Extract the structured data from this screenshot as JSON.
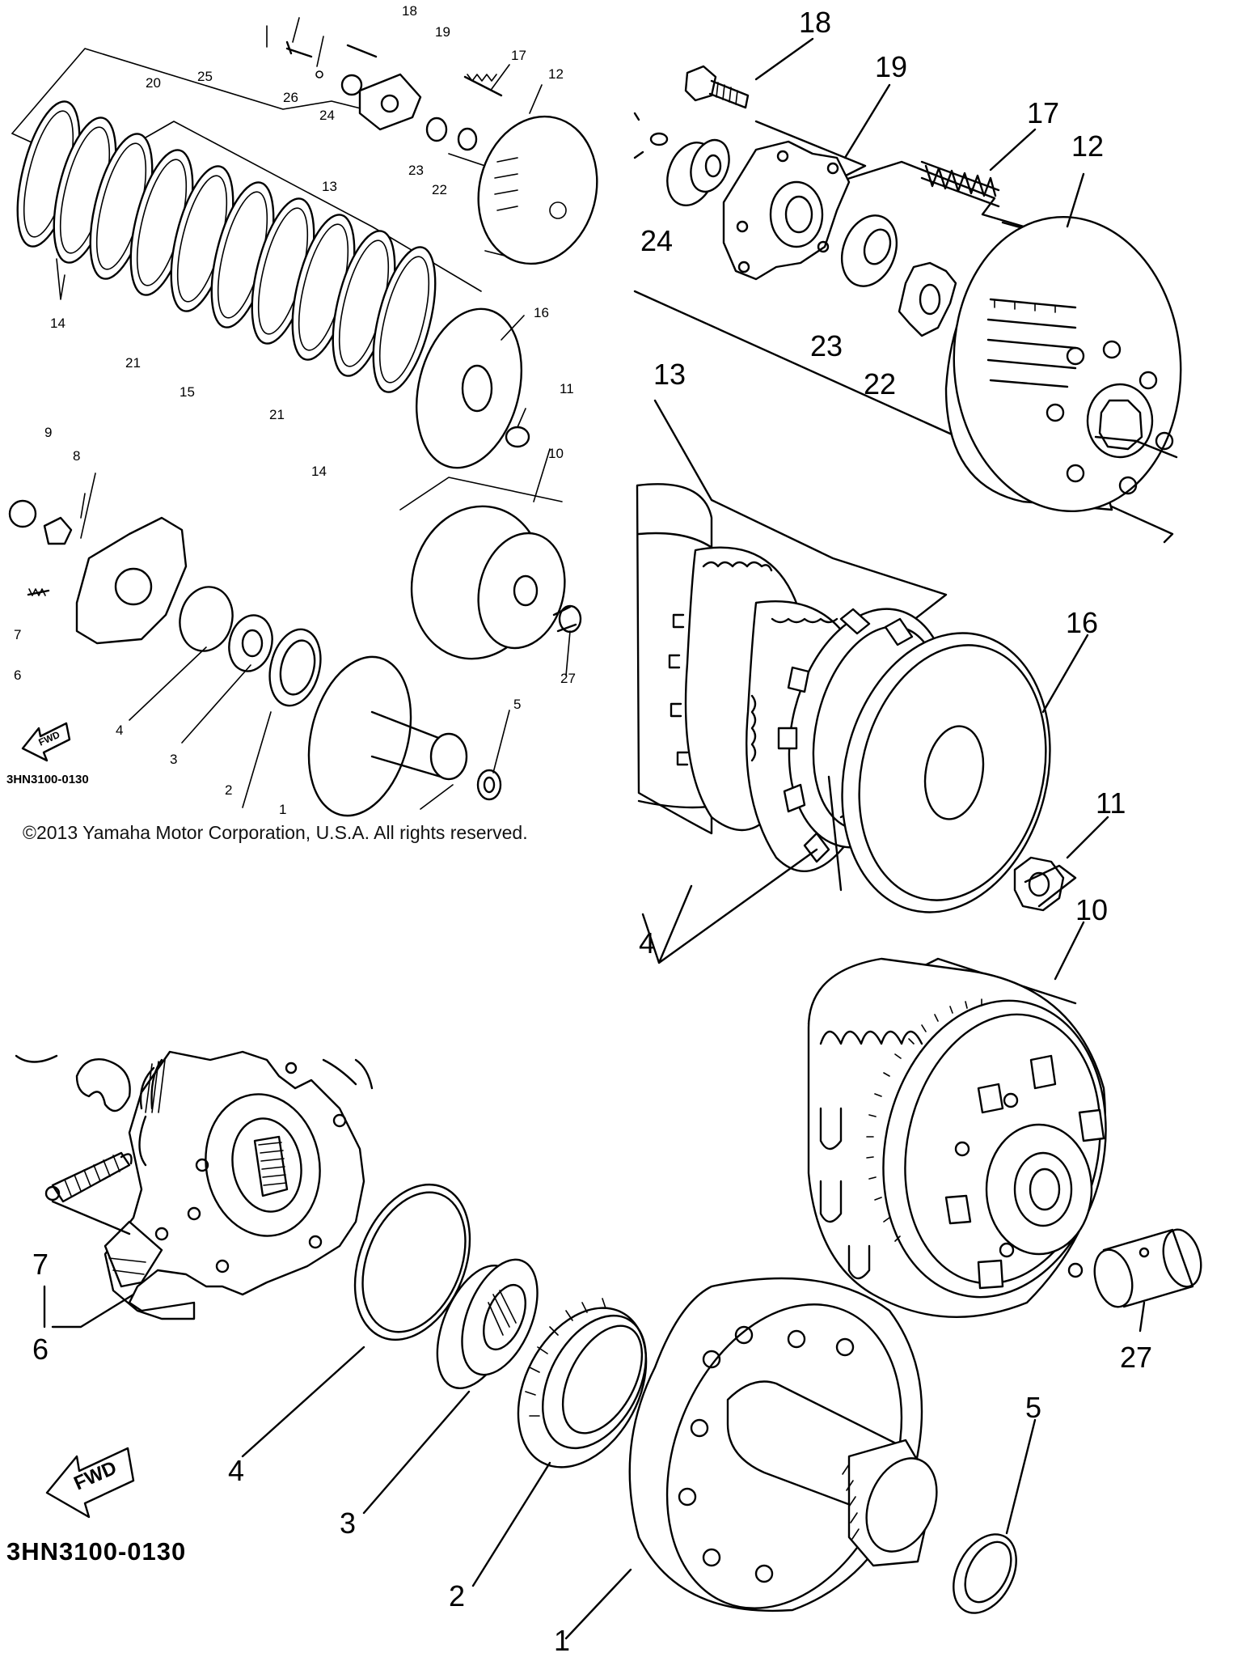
{
  "labels": {
    "p1": "1",
    "p2": "2",
    "p3": "3",
    "p4": "4",
    "p5": "5",
    "p6": "6",
    "p7": "7",
    "p8": "8",
    "p9": "9",
    "p10": "10",
    "p11": "11",
    "p12": "12",
    "p13": "13",
    "p14": "14",
    "p15": "15",
    "p16": "16",
    "p17": "17",
    "p18": "18",
    "p19": "19",
    "p20": "20",
    "p21": "21",
    "p22": "22",
    "p23": "23",
    "p24": "24",
    "p25": "25",
    "p26": "26",
    "p27": "27"
  },
  "diagram_code": "3HN3100-0130",
  "fwd_label": "FWD",
  "copyright": "©2013 Yamaha Motor Corporation, U.S.A. All rights reserved."
}
